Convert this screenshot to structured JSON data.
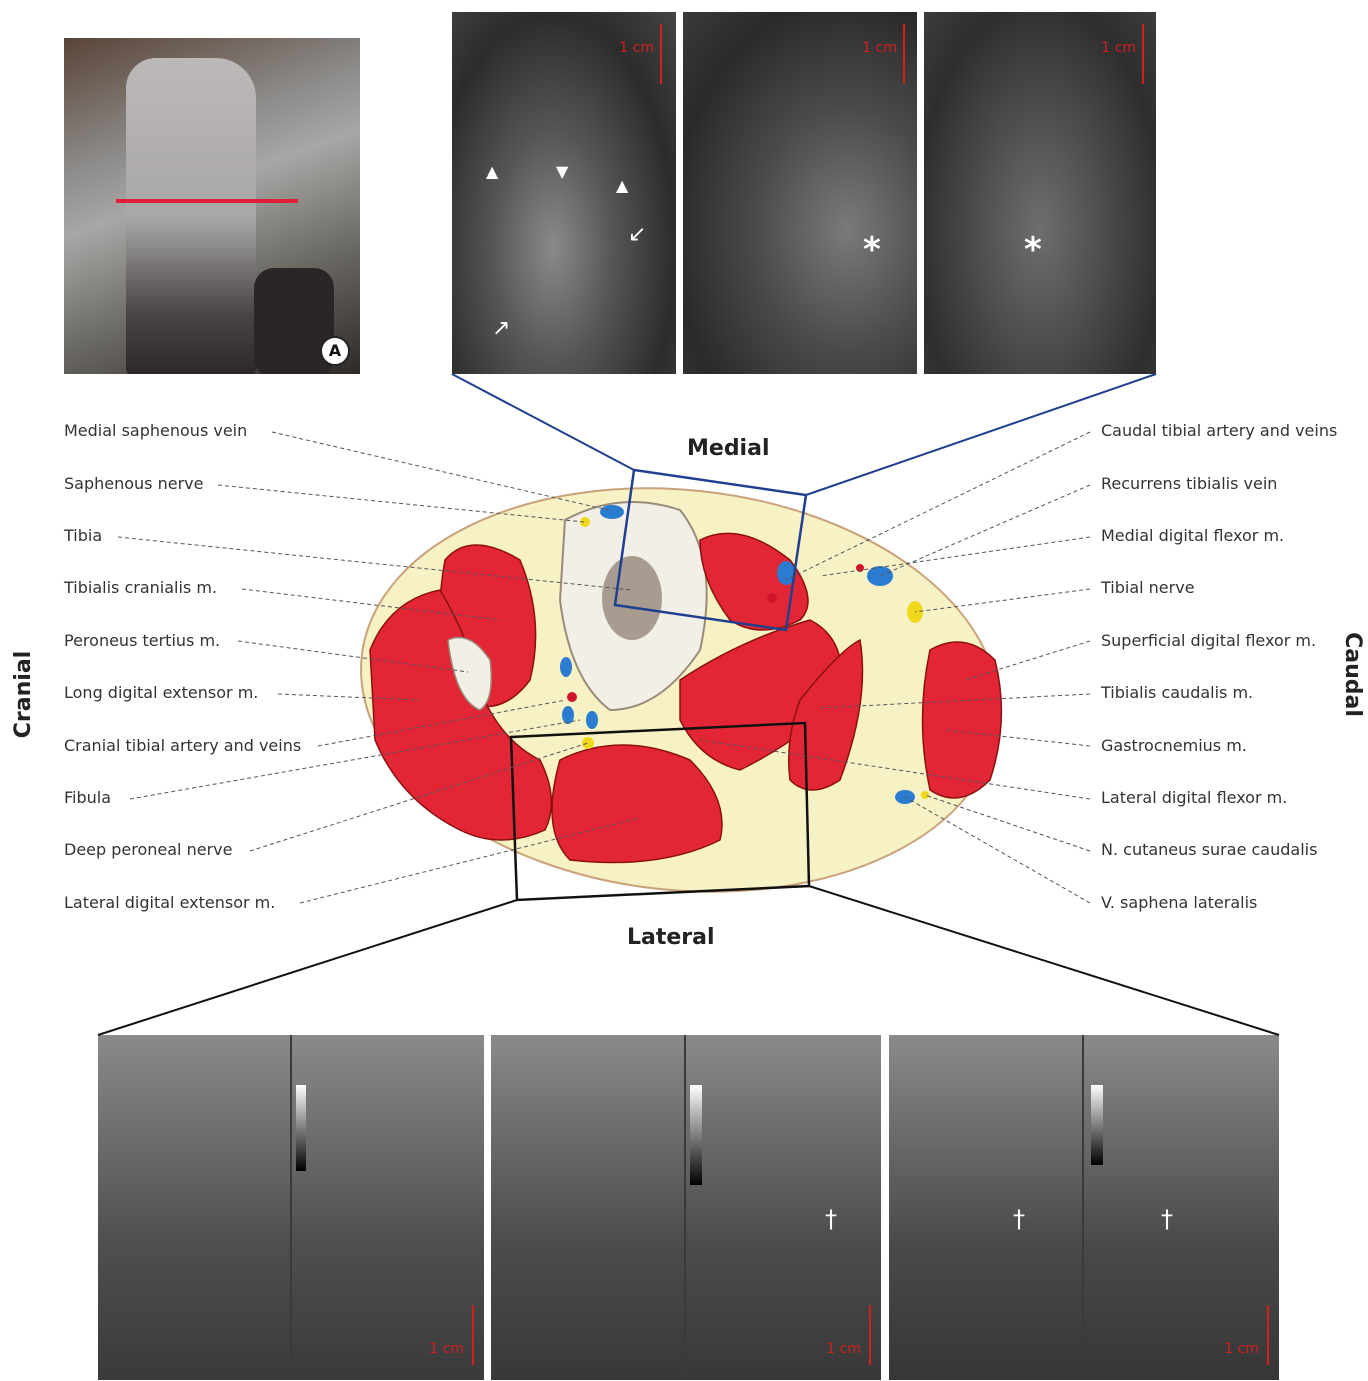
{
  "directions": {
    "medial": "Medial",
    "lateral": "Lateral",
    "cranial": "Cranial",
    "caudal": "Caudal"
  },
  "photo_badge": "A",
  "scale_label": "1 cm",
  "markers": {
    "asterisk": "*",
    "dagger": "†"
  },
  "left_labels": [
    "Medial saphenous vein",
    "Saphenous nerve",
    "Tibia",
    "Tibialis cranialis m.",
    "Peroneus tertius m.",
    "Long digital extensor m.",
    "Cranial tibial artery and veins",
    "Fibula",
    "Deep peroneal nerve",
    "Lateral digital extensor m."
  ],
  "right_labels": [
    "Caudal tibial artery and veins",
    "Recurrens tibialis vein",
    "Medial digital flexor m.",
    "Tibial nerve",
    "Superficial digital flexor m.",
    "Tibialis caudalis m.",
    "Gastrocnemius m.",
    "Lateral digital flexor m.",
    "N. cutaneus surae caudalis",
    "V. saphena lateralis"
  ],
  "colors": {
    "muscle": "#e32636",
    "vein": "#2b7bd0",
    "artery": "#d0152b",
    "nerve": "#f0d81a",
    "bone": "#f2efe6",
    "fat": "#f6f2c6",
    "box_medial": "#1f3f8f",
    "box_lateral": "#111111",
    "scale_bar": "#d41f1f",
    "photo_line": "#e0203a"
  }
}
